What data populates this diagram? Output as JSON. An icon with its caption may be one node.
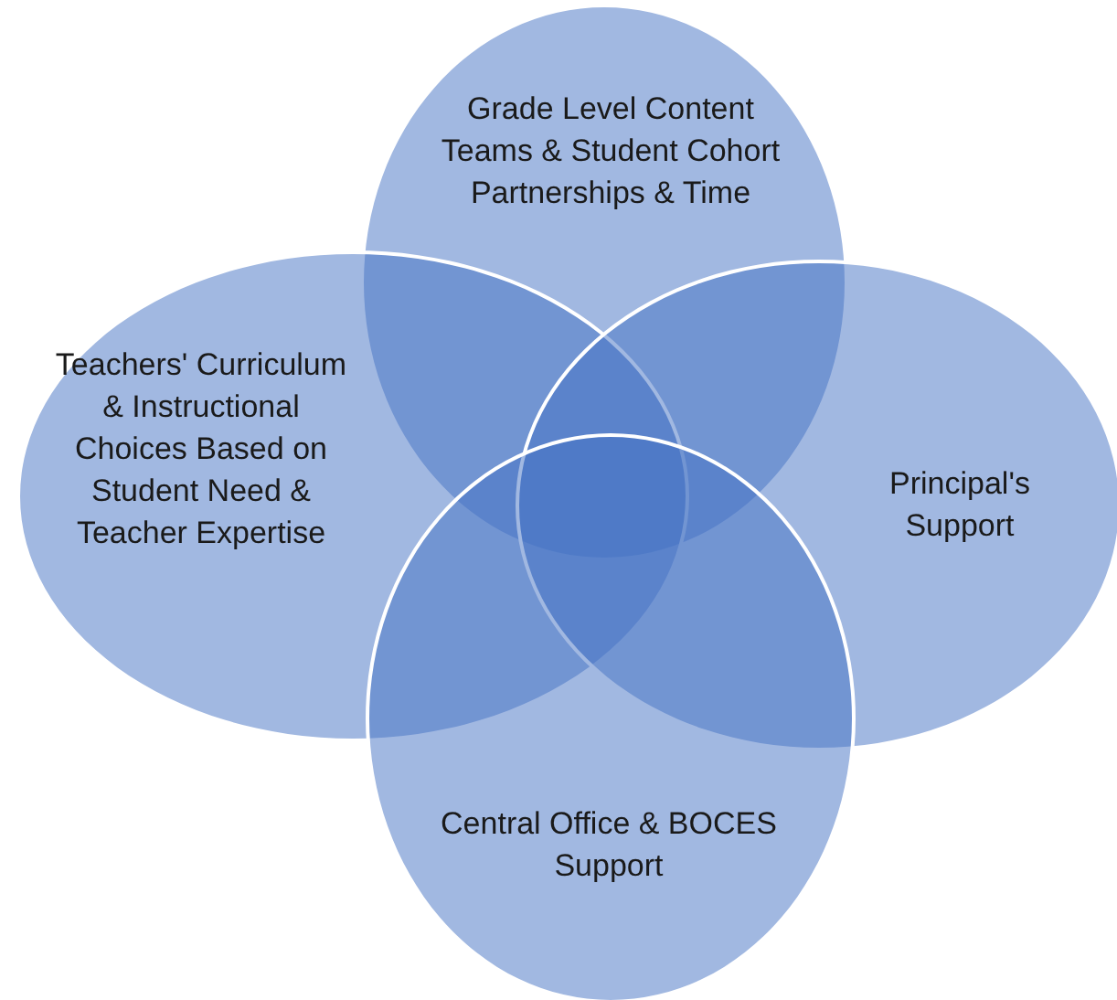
{
  "diagram": {
    "nodes": [
      {
        "text": [
          "Grade Level Content Teams & Student Cohort Partnerships & Time"
        ]
      },
      {
        "text": [
          "Teachers' Curriculum & Instructional Choices Based on Student Need & Teacher Expertise"
        ]
      },
      {
        "text": [
          "Principal's Support"
        ]
      },
      {
        "text": [
          "Central Office & BOCES Support"
        ]
      }
    ]
  }
}
